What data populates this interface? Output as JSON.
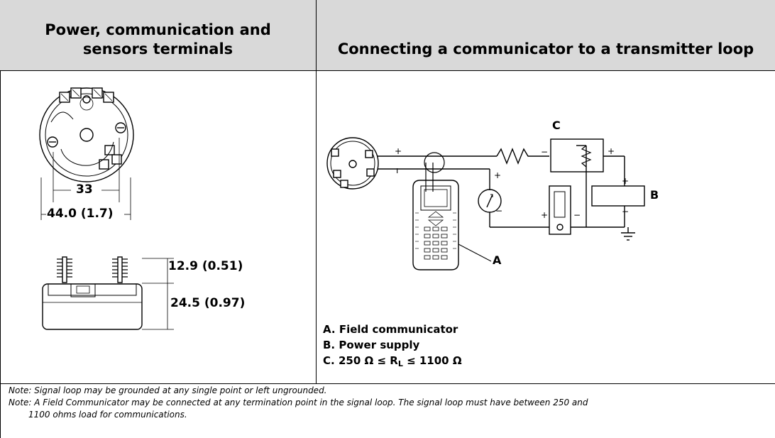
{
  "table": {
    "headers": {
      "left": "Power, communication and sensors terminals",
      "right": "Connecting a communicator to a transmitter loop"
    }
  },
  "left_panel": {
    "top_view": {
      "inner_dim": "33",
      "outer_dim": "44.0 (1.7)"
    },
    "side_view": {
      "height_top": "12.9 (0.51)",
      "height_bottom": "24.5 (0.97)"
    }
  },
  "right_panel": {
    "diagram_labels": {
      "a": "A",
      "b": "B",
      "c": "C"
    },
    "legend": [
      {
        "prefix": "A.",
        "text": "Field communicator"
      },
      {
        "prefix": "B.",
        "text": "Power supply"
      },
      {
        "prefix": "C.",
        "text_before": "250 Ω ≤ R",
        "subscript": "L",
        "text_after": "≤ 1100 Ω"
      }
    ]
  },
  "notes": [
    "Note: Signal loop may be grounded at any single point or left ungrounded.",
    "Note: A Field Communicator may be connected at any termination point in the signal loop. The signal loop must have between 250 and",
    "1100 ohms load for communications."
  ]
}
